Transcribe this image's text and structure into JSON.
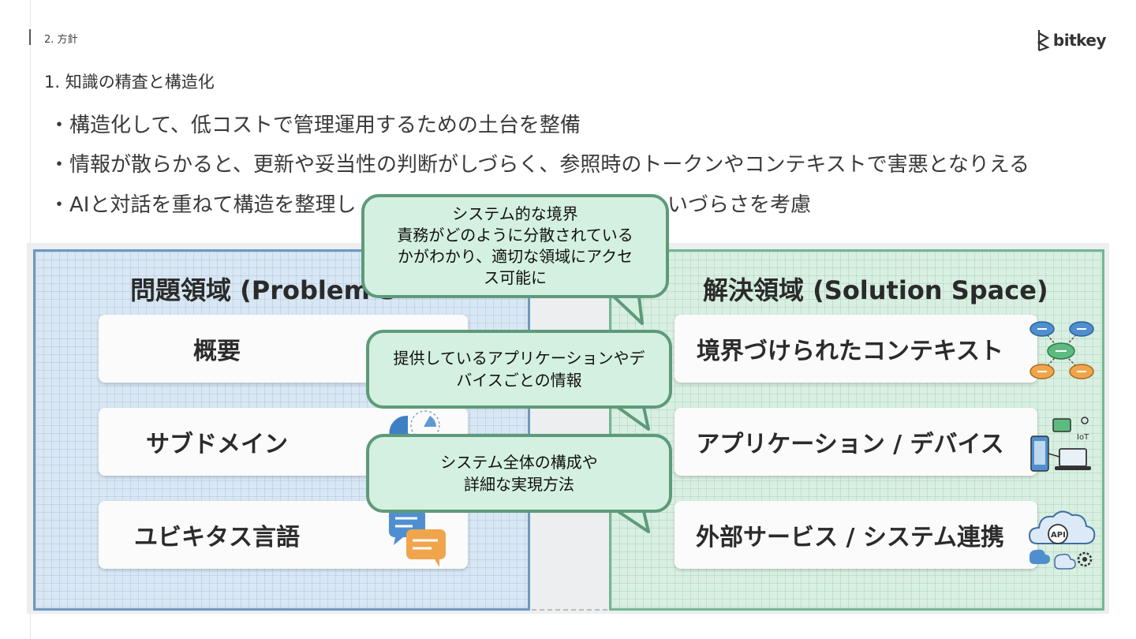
{
  "header": {
    "section": "2. 方針",
    "logo_text": "bitkey"
  },
  "heading": "1. 知識の精査と構造化",
  "bullets": [
    "・構造化して、低コストで管理運用するための土台を整備",
    "・情報が散らかると、更新や妥当性の判断がしづらく、参照時のトークンやコンテキストで害悪となりえる",
    "・AIと対話を重ねて構造を整理し"
  ],
  "bullet3_tail": "いづらさを考慮",
  "diagram": {
    "problem_title": "問題領域 (Problem S",
    "solution_title": "解決領域 (Solution Space)",
    "problem_items": [
      "概要",
      "サブドメイン",
      "ユビキタス言語"
    ],
    "solution_items": [
      "境界づけられたコンテキスト",
      "アプリケーション / デバイス",
      "外部サービス / システム連携"
    ],
    "api_label": "API",
    "iot_label": "IoT"
  },
  "callouts": {
    "c1_line1": "システム的な境界",
    "c1_line2": "責務がどのように分散されている",
    "c1_line3": "かがわかり、適切な領域にアクセ",
    "c1_line4": "ス可能に",
    "c2_line1": "提供しているアプリケーションやデ",
    "c2_line2": "バイスごとの情報",
    "c3_line1": "システム全体の構成や",
    "c3_line2": "詳細な実現方法"
  },
  "colors": {
    "problem_border": "#6f98c0",
    "solution_border": "#74b792",
    "callout_fill": "#d4f0e0",
    "callout_border": "#5e9a79"
  }
}
